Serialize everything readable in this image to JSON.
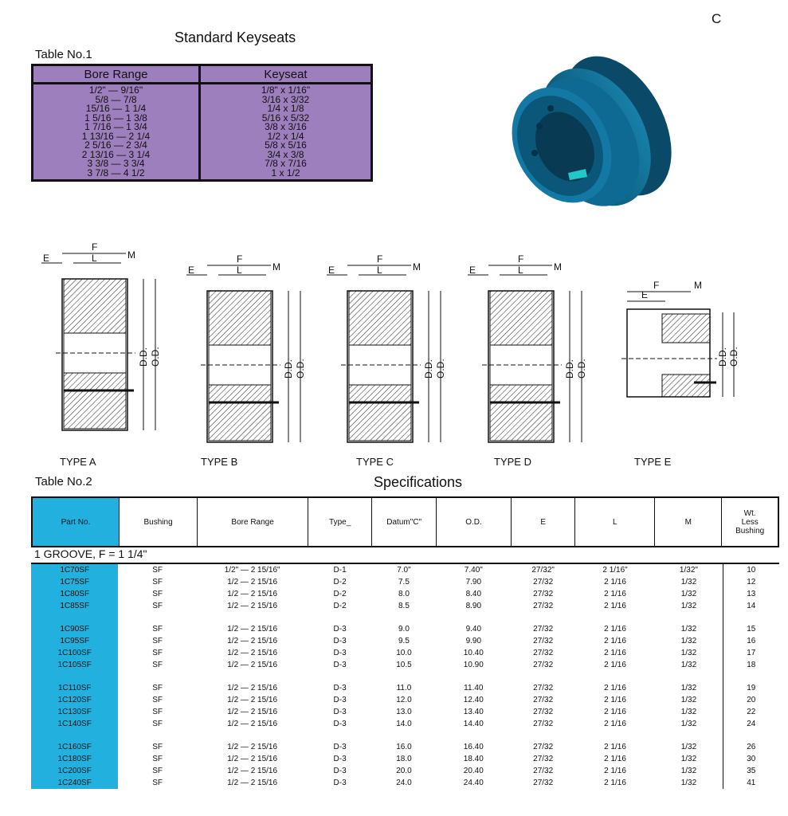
{
  "page_letter": "C",
  "table1": {
    "heading": "Standard Keyseats",
    "label": "Table No.1",
    "headers": [
      "Bore Range",
      "Keyseat"
    ],
    "bore_ranges": [
      "1/2\" — 9/16\"",
      "5/8 — 7/8",
      "15/16 — 1 1/4",
      "1 5/16 — 1 3/8",
      "1 7/16 — 1 3/4",
      "1 13/16 — 2 1/4",
      "2 5/16 — 2 3/4",
      "2 13/16 — 3 1/4",
      "3 3/8 — 3 3/4",
      "3 7/8 — 4 1/2"
    ],
    "keyseats": [
      "1/8\" x 1/16\"",
      "3/16 x 3/32",
      "1/4 x 1/8",
      "5/16 x 5/32",
      "3/8 x 3/16",
      "1/2 x 1/4",
      "5/8 x 5/16",
      "3/4 x 3/8",
      "7/8 x 7/16",
      "1 x 1/2"
    ]
  },
  "diagrams": {
    "types": [
      "TYPE A",
      "TYPE B",
      "TYPE C",
      "TYPE D",
      "TYPE E"
    ],
    "dimension_labels": {
      "f": "F",
      "l": "L",
      "m": "M",
      "e": "E",
      "dd": "D.D.",
      "od": "O.D."
    }
  },
  "colors": {
    "table1_fill": "#9e7fbe",
    "part_no_fill": "#22b1de",
    "pulley_blue": "#0f6f96"
  },
  "table2": {
    "label": "Table No.2",
    "heading": "Specifications",
    "headers": [
      "Part No.",
      "Bushing",
      "Bore   Range",
      "Type_",
      "Datum\"C\"",
      "O.D.",
      "E",
      "L",
      "M",
      "Wt.\nLess\nBushing"
    ],
    "groove_label": "1 GROOVE, F = 1 1/4\"",
    "rows": [
      [
        "1C70SF",
        "SF",
        "1/2\" — 2 15/16\"",
        "D-1",
        "7.0\"",
        "7.40\"",
        "27/32\"",
        "2 1/16\"",
        "1/32\"",
        "10"
      ],
      [
        "1C75SF",
        "SF",
        "1/2 — 2 15/16",
        "D-2",
        "7.5",
        "7.90",
        "27/32",
        "2 1/16",
        "1/32",
        "12"
      ],
      [
        "1C80SF",
        "SF",
        "1/2 — 2 15/16",
        "D-2",
        "8.0",
        "8.40",
        "27/32",
        "2 1/16",
        "1/32",
        "13"
      ],
      [
        "1C85SF",
        "SF",
        "1/2 — 2 15/16",
        "D-2",
        "8.5",
        "8.90",
        "27/32",
        "2 1/16",
        "1/32",
        "14"
      ],
      null,
      [
        "1C90SF",
        "SF",
        "1/2 — 2 15/16",
        "D-3",
        "9.0",
        "9.40",
        "27/32",
        "2 1/16",
        "1/32",
        "15"
      ],
      [
        "1C95SF",
        "SF",
        "1/2 — 2 15/16",
        "D-3",
        "9.5",
        "9.90",
        "27/32",
        "2 1/16",
        "1/32",
        "16"
      ],
      [
        "1C100SF",
        "SF",
        "1/2 — 2 15/16",
        "D-3",
        "10.0",
        "10.40",
        "27/32",
        "2 1/16",
        "1/32",
        "17"
      ],
      [
        "1C105SF",
        "SF",
        "1/2 — 2 15/16",
        "D-3",
        "10.5",
        "10.90",
        "27/32",
        "2 1/16",
        "1/32",
        "18"
      ],
      null,
      [
        "1C110SF",
        "SF",
        "1/2 — 2 15/16",
        "D-3",
        "11.0",
        "11.40",
        "27/32",
        "2 1/16",
        "1/32",
        "19"
      ],
      [
        "1C120SF",
        "SF",
        "1/2 — 2 15/16",
        "D-3",
        "12.0",
        "12.40",
        "27/32",
        "2 1/16",
        "1/32",
        "20"
      ],
      [
        "1C130SF",
        "SF",
        "1/2 — 2 15/16",
        "D-3",
        "13.0",
        "13.40",
        "27/32",
        "2 1/16",
        "1/32",
        "22"
      ],
      [
        "1C140SF",
        "SF",
        "1/2 — 2 15/16",
        "D-3",
        "14.0",
        "14.40",
        "27/32",
        "2 1/16",
        "1/32",
        "24"
      ],
      null,
      [
        "1C160SF",
        "SF",
        "1/2 — 2 15/16",
        "D-3",
        "16.0",
        "16.40",
        "27/32",
        "2 1/16",
        "1/32",
        "26"
      ],
      [
        "1C180SF",
        "SF",
        "1/2 — 2 15/16",
        "D-3",
        "18.0",
        "18.40",
        "27/32",
        "2 1/16",
        "1/32",
        "30"
      ],
      [
        "1C200SF",
        "SF",
        "1/2 — 2 15/16",
        "D-3",
        "20.0",
        "20.40",
        "27/32",
        "2 1/16",
        "1/32",
        "35"
      ],
      [
        "1C240SF",
        "SF",
        "1/2 — 2 15/16",
        "D-3",
        "24.0",
        "24.40",
        "27/32",
        "2 1/16",
        "1/32",
        "41"
      ]
    ]
  }
}
